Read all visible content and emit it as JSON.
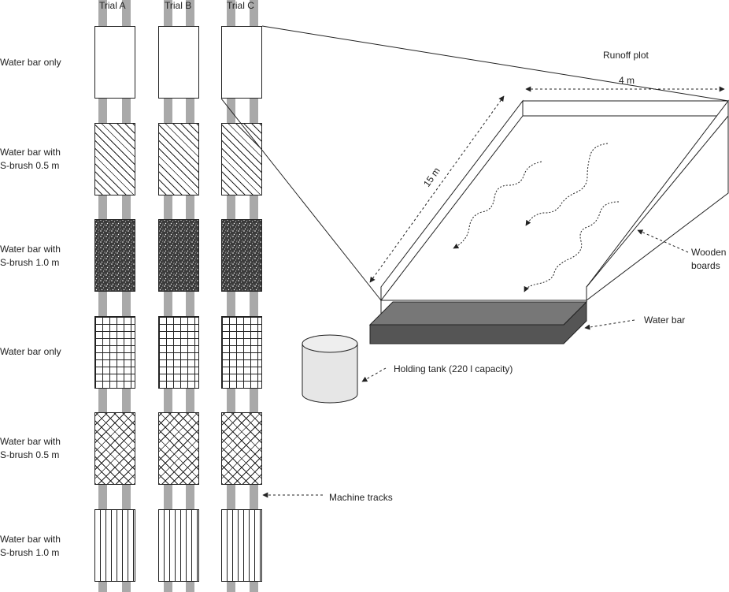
{
  "trials": [
    {
      "label": "Trial A"
    },
    {
      "label": "Trial B"
    },
    {
      "label": "Trial C"
    }
  ],
  "treatments": [
    {
      "label_line1": "Water bar only",
      "label_line2": "",
      "pattern": "blank"
    },
    {
      "label_line1": "Water bar with",
      "label_line2": "S-brush 0.5 m",
      "pattern": "diagonal-hatch"
    },
    {
      "label_line1": "Water bar with",
      "label_line2": "S-brush 1.0 m",
      "pattern": "speckle"
    },
    {
      "label_line1": "Water bar only",
      "label_line2": "",
      "pattern": "grid"
    },
    {
      "label_line1": "Water bar with",
      "label_line2": "S-brush 0.5 m",
      "pattern": "cross-hatch"
    },
    {
      "label_line1": "Water bar with",
      "label_line2": "S-brush 1.0 m",
      "pattern": "vertical-lines"
    }
  ],
  "detail": {
    "runoff_plot": "Runoff plot",
    "width_dim": "4 m",
    "length_dim": "15 m",
    "wooden_boards_line1": "Wooden",
    "wooden_boards_line2": "boards",
    "water_bar": "Water bar",
    "holding_tank": "Holding tank (220 l capacity)",
    "machine_tracks": "Machine tracks"
  },
  "colors": {
    "track": "#a9a9a9",
    "water_bar": "#555555",
    "tank": "#e6e6e6",
    "ink": "#222222"
  }
}
